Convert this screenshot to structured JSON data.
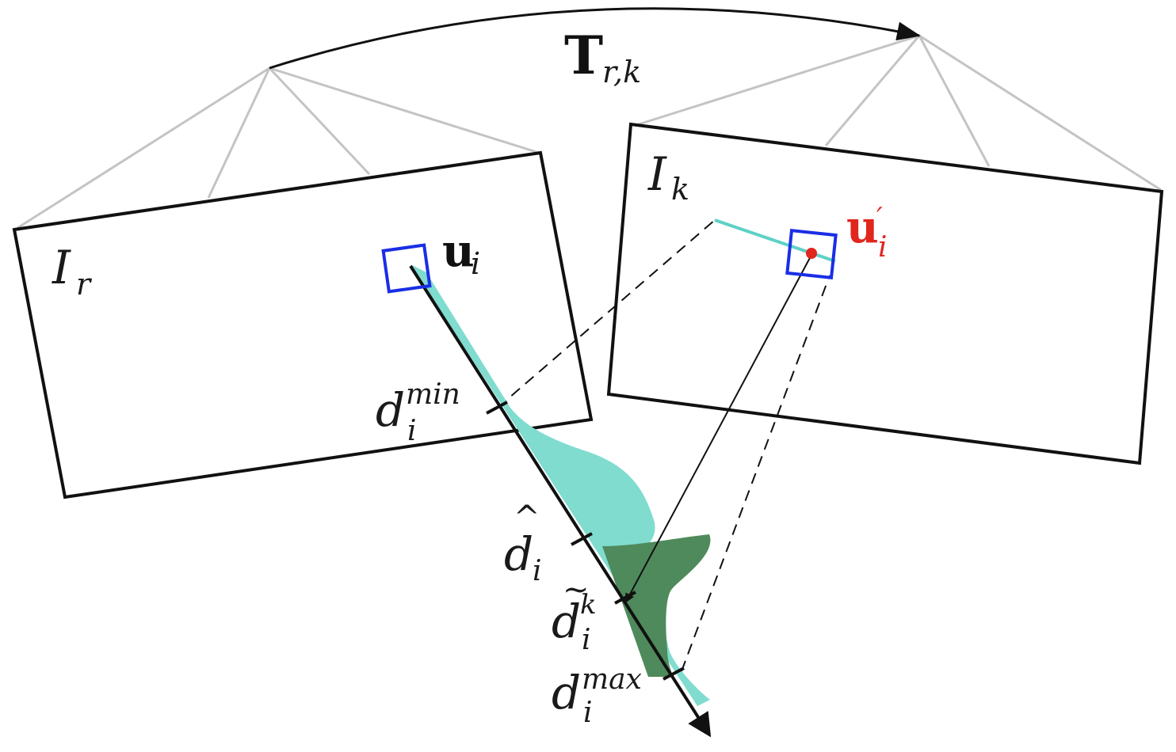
{
  "transform": {
    "base": "T",
    "sub": "r,k"
  },
  "frames": {
    "ref": {
      "base": "I",
      "sub": "r"
    },
    "key": {
      "base": "I",
      "sub": "k"
    }
  },
  "pixels": {
    "u": {
      "base": "u",
      "sub": "i"
    },
    "u_proj": {
      "base": "u",
      "prime": "′",
      "sub": "i"
    }
  },
  "depths": {
    "dmin": {
      "base": "d",
      "sub": "i",
      "sup": "min"
    },
    "dhat": {
      "base": "d",
      "accent": "^",
      "sub": "i"
    },
    "dtilde": {
      "base": "d",
      "accent": "~",
      "sub": "i",
      "sup": "k"
    },
    "dmax": {
      "base": "d",
      "sub": "i",
      "sup": "max"
    }
  },
  "colors": {
    "frame": "#111111",
    "camera_rays": "#c4c4c4",
    "patch": "#1a2ee6",
    "distribution_light": "#7fdccf",
    "distribution_dark": "#4f8a5c",
    "epipolar": "#5fd1c5",
    "projected_point": "#e0261d"
  }
}
